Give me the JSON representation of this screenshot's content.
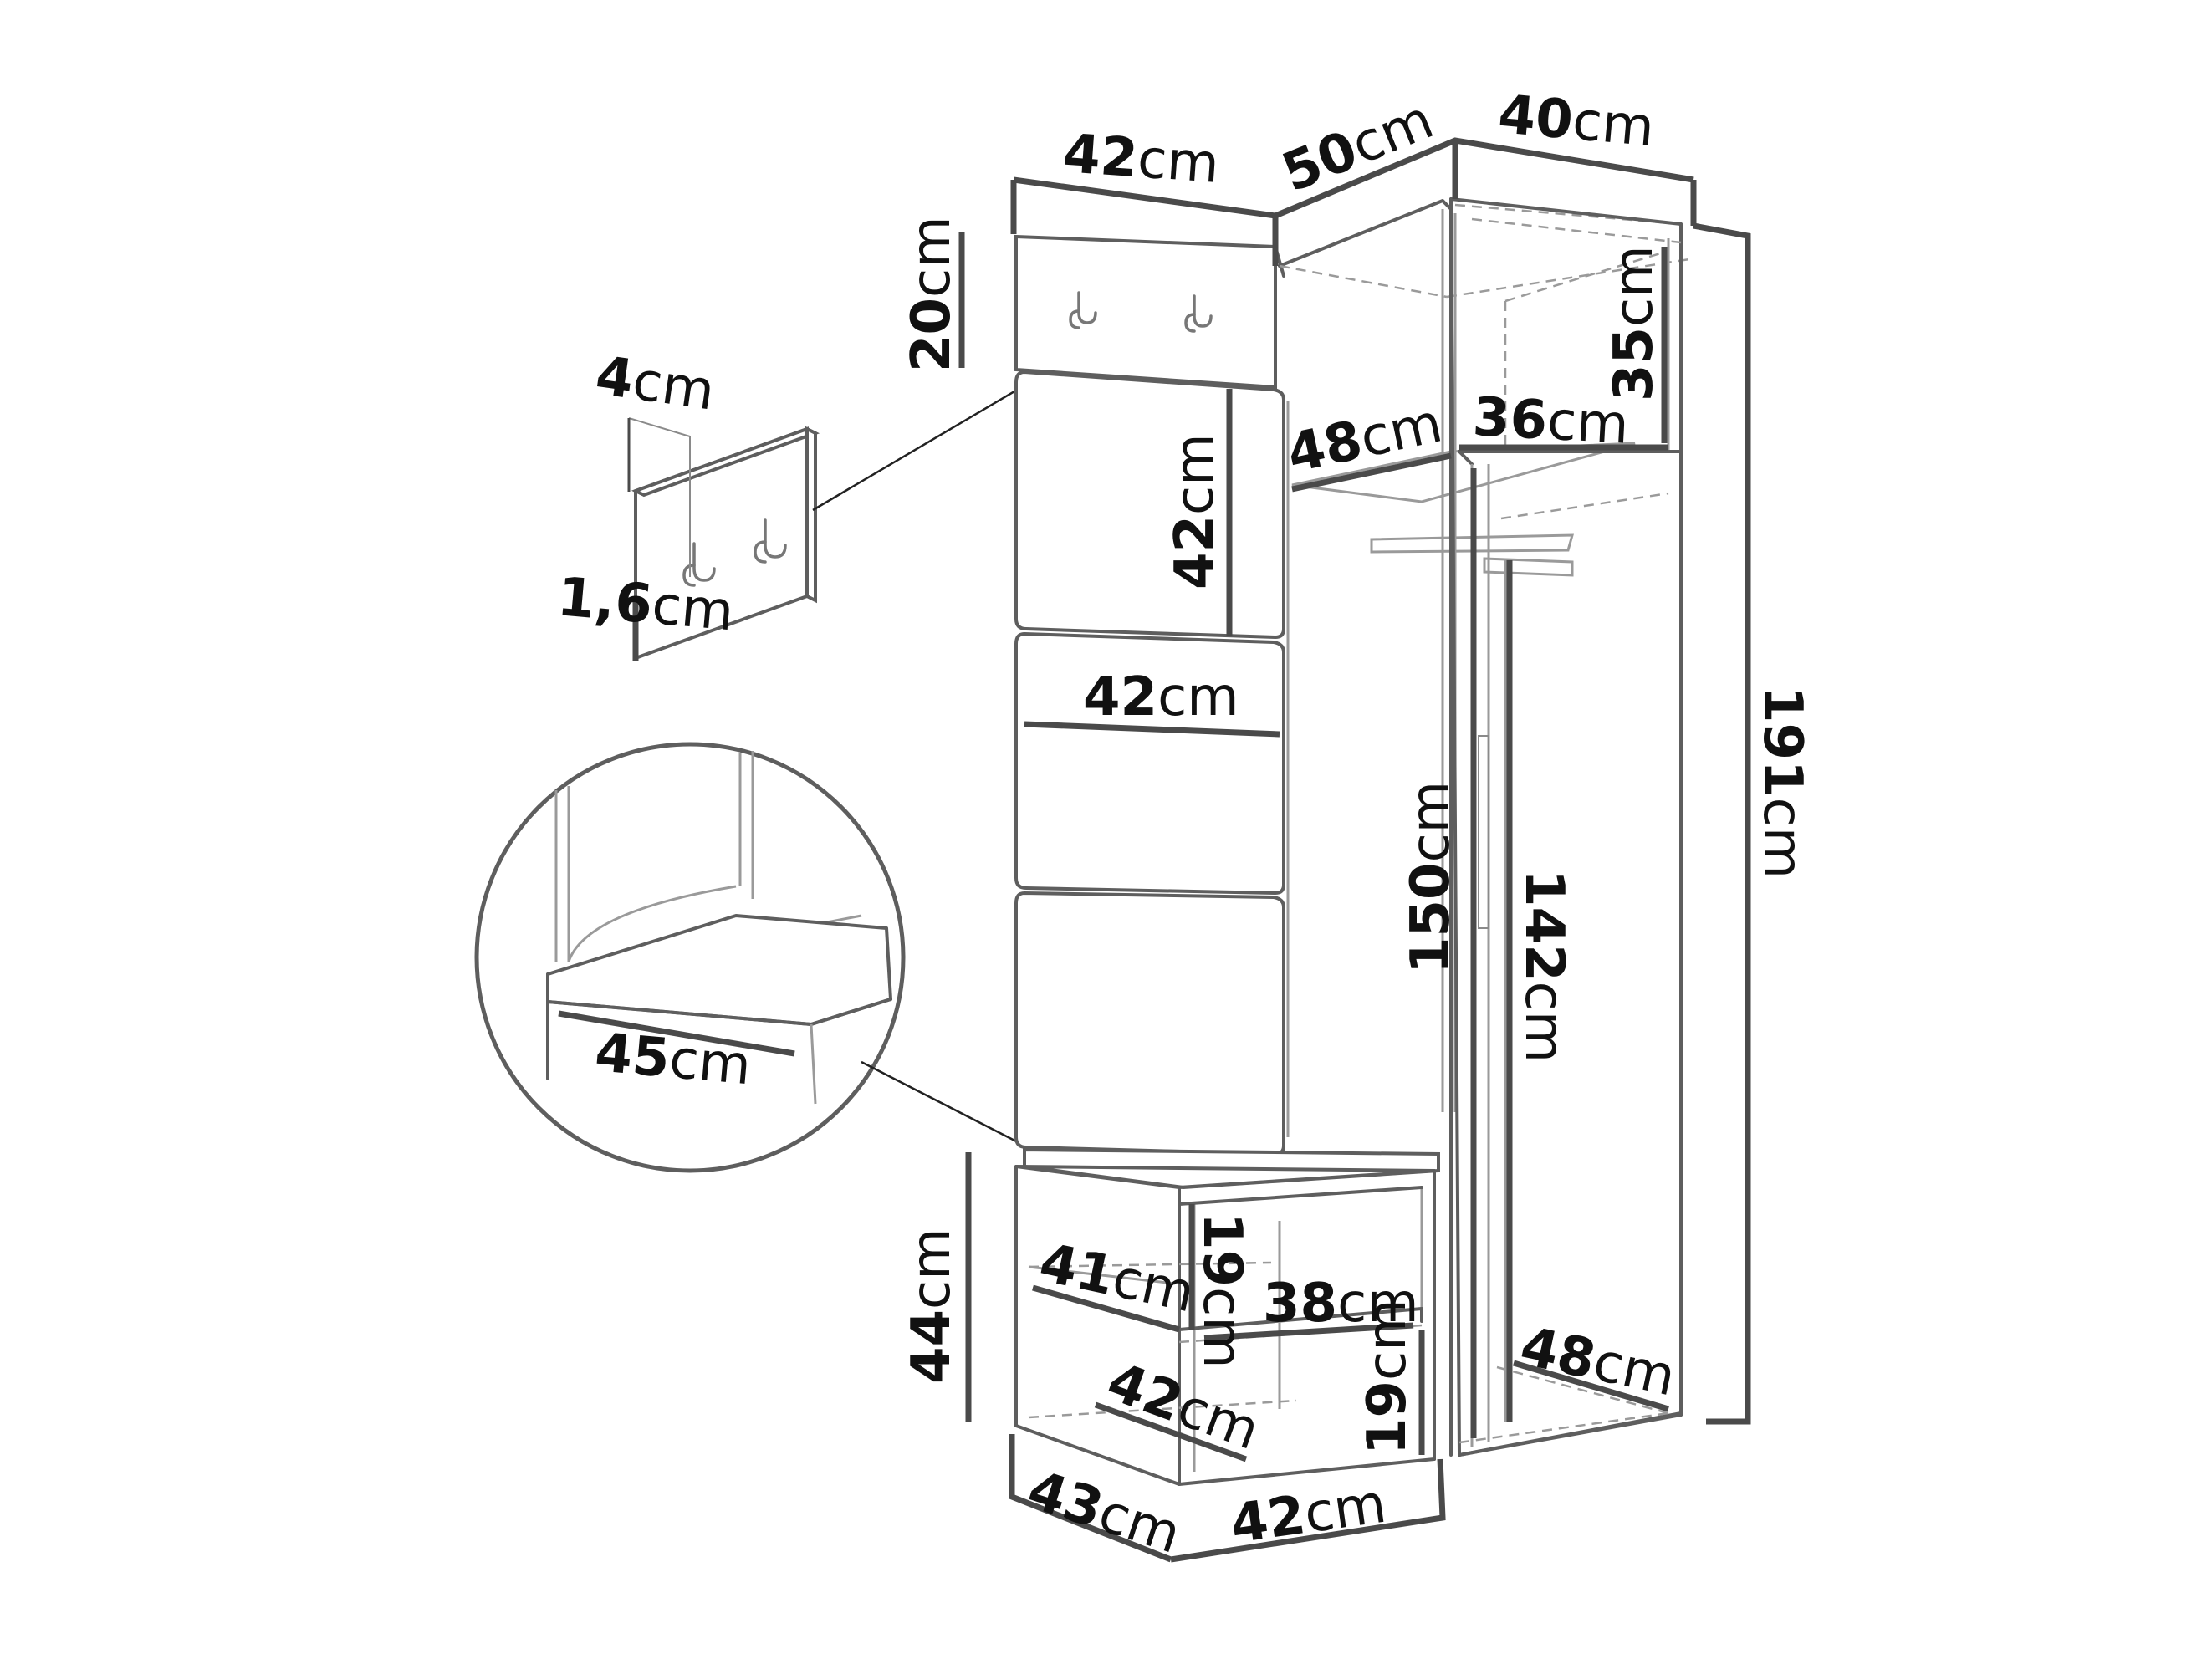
{
  "dimensions": {
    "top_left_width": {
      "value": "42",
      "unit": "cm"
    },
    "top_corner_width": {
      "value": "50",
      "unit": "cm"
    },
    "top_right_width": {
      "value": "40",
      "unit": "cm"
    },
    "hook_panel_height": {
      "value": "20",
      "unit": "cm"
    },
    "hook_thickness": {
      "value": "4",
      "unit": "cm"
    },
    "hook_panel_depth": {
      "value": "1,6",
      "unit": "cm"
    },
    "upper_cushion_height": {
      "value": "42",
      "unit": "cm"
    },
    "cushion_width": {
      "value": "42",
      "unit": "cm"
    },
    "seat_width": {
      "value": "45",
      "unit": "cm"
    },
    "bench_height": {
      "value": "44",
      "unit": "cm"
    },
    "bench_shelf_depth": {
      "value": "41",
      "unit": "cm"
    },
    "bench_compartment_height_upper": {
      "value": "19",
      "unit": "cm"
    },
    "bench_compartment_width": {
      "value": "38",
      "unit": "cm"
    },
    "bench_bottom_depth": {
      "value": "42",
      "unit": "cm"
    },
    "bench_compartment_height_lower": {
      "value": "19",
      "unit": "cm"
    },
    "bench_depth": {
      "value": "43",
      "unit": "cm"
    },
    "bench_width": {
      "value": "42",
      "unit": "cm"
    },
    "top_shelf_depth": {
      "value": "48",
      "unit": "cm"
    },
    "top_compartment_width": {
      "value": "36",
      "unit": "cm"
    },
    "top_compartment_height": {
      "value": "35",
      "unit": "cm"
    },
    "wardrobe_inner_height": {
      "value": "150",
      "unit": "cm"
    },
    "door_height": {
      "value": "142",
      "unit": "cm"
    },
    "wardrobe_base_depth": {
      "value": "48",
      "unit": "cm"
    },
    "total_height": {
      "value": "191",
      "unit": "cm"
    }
  }
}
